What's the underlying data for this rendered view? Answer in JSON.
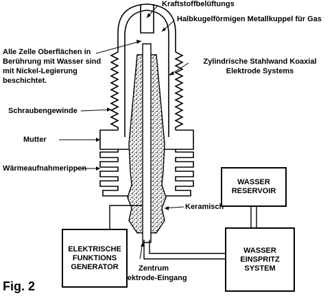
{
  "labels": {
    "fuel_vent": "Kraftstoffbelüftungs",
    "dome": "Halbkugelförmigen Metallkuppel für Gas",
    "nickel_line1": "Alle Zelle Oberflächen in",
    "nickel_line2": "Berührung mit Wasser sind",
    "nickel_line3": "mit Nickel-Legierung",
    "nickel_line4": "beschichtet.",
    "steel_line1": "Zylindrische Stahlwand Koaxial",
    "steel_line2": "Elektrode Systems",
    "thread": "Schraubengewinde",
    "nut": "Mutter",
    "fins": "Wärmeaufnahmerippen",
    "ceramic": "Keramisch",
    "center_line1": "Zentrum",
    "center_line2": "Elektrode-Eingang"
  },
  "boxes": {
    "reservoir": "WASSER\nRESERVOIR",
    "generator": "ELEKTRISCHE\nFUNKTIONS\nGENERATOR",
    "injection": "WASSER\nEINSPRITZ\nSYSTEM"
  },
  "figure_label": "Fig. 2"
}
